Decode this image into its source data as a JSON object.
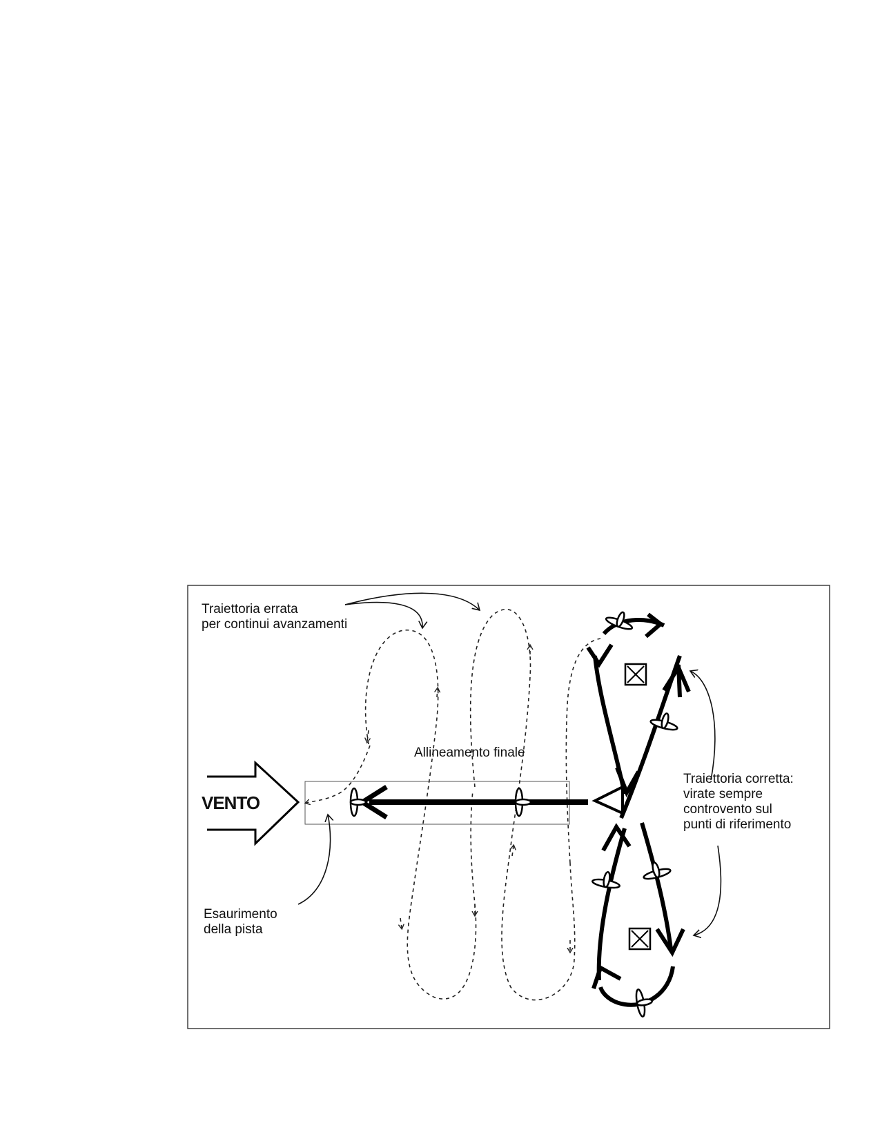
{
  "labels": {
    "wrong_path_line1": "Traiettoria errata",
    "wrong_path_line2": "per continui avanzamenti",
    "final_alignment": "Allineamento finale",
    "wind": "VENTO",
    "runway_end_line1": "Esaurimento",
    "runway_end_line2": "della pista",
    "correct_path_line1": "Traiettoria corretta:",
    "correct_path_line2": "virate sempre",
    "correct_path_line3": "controvento sul",
    "correct_path_line4": "punti di riferimento"
  },
  "icons": {
    "reference_point": "boxed-x-marker-icon",
    "aircraft": "glider-silhouette-icon",
    "wind": "hollow-arrow-icon"
  },
  "colors": {
    "ink": "#000000",
    "background": "#ffffff",
    "frame": "#333333"
  }
}
